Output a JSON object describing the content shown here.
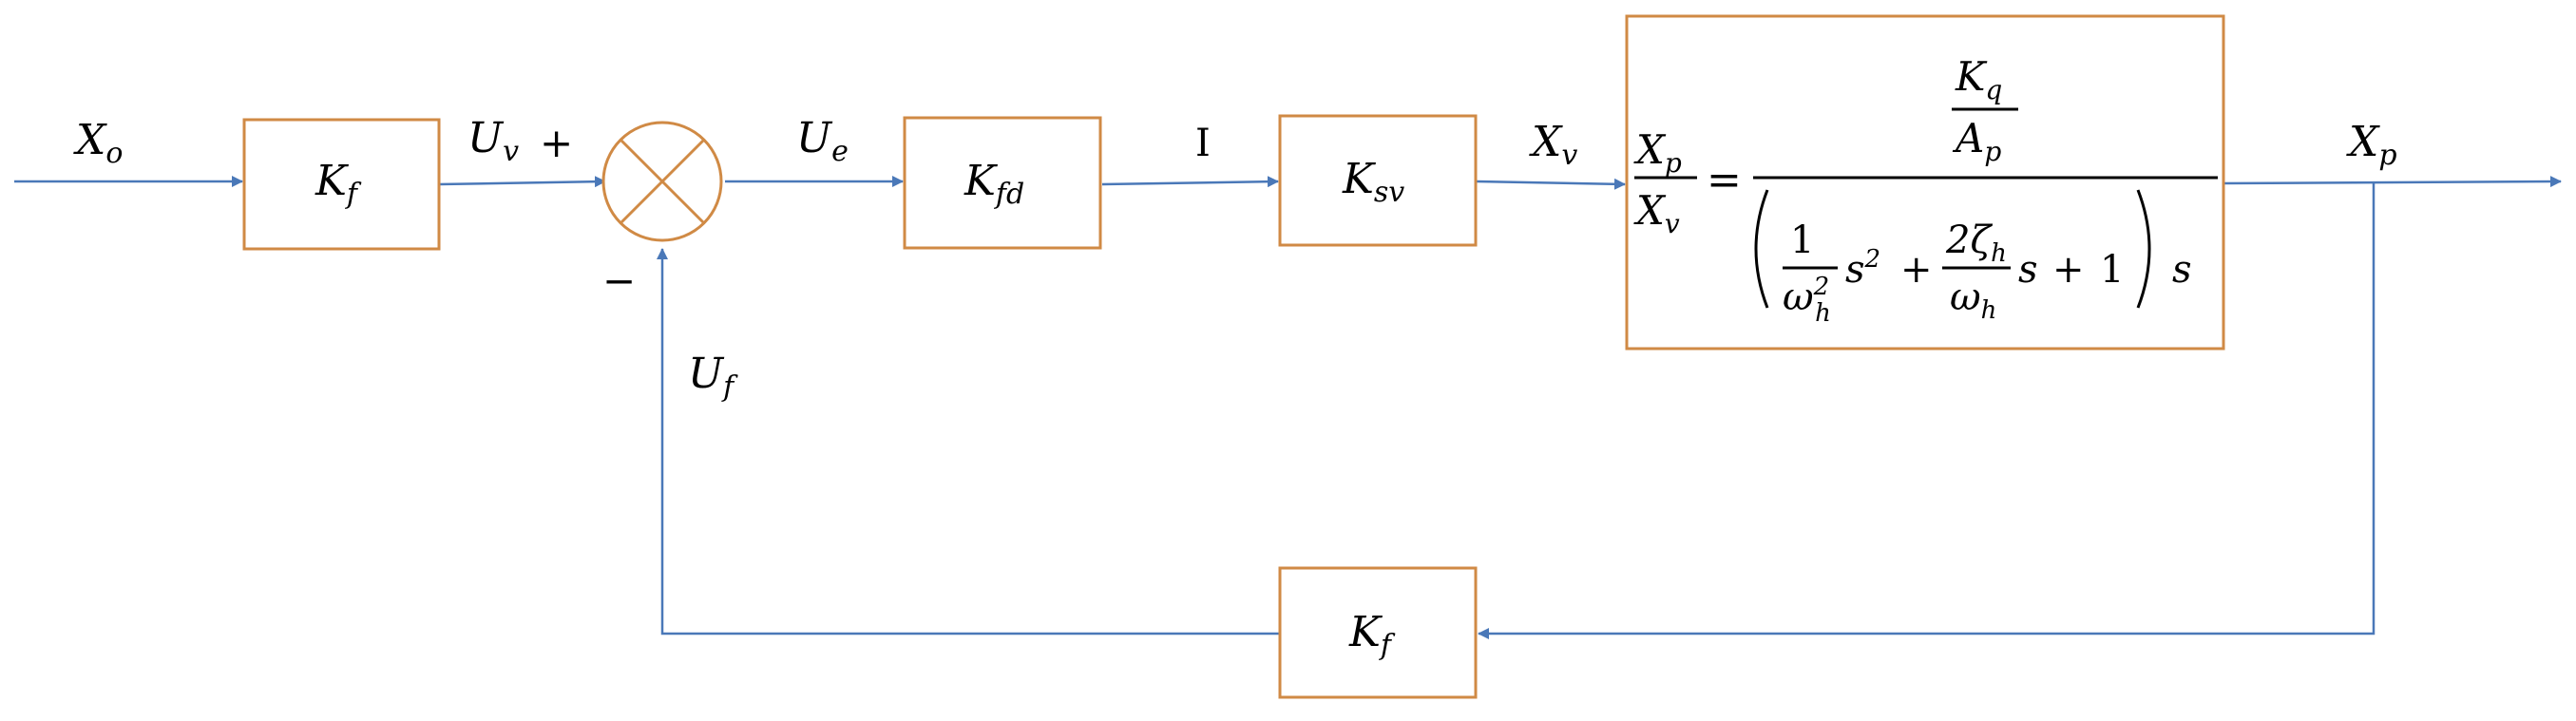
{
  "signals": {
    "x_o": {
      "base": "X",
      "sub": "o"
    },
    "u_v": {
      "base": "U",
      "sub": "v"
    },
    "u_e": {
      "base": "U",
      "sub": "e"
    },
    "i": "I",
    "x_v": {
      "base": "X",
      "sub": "v"
    },
    "x_p": {
      "base": "X",
      "sub": "p"
    },
    "u_f": {
      "base": "U",
      "sub": "f"
    }
  },
  "summing_junction": {
    "plus": "+",
    "minus": "−"
  },
  "blocks": {
    "k_f_forward": {
      "base": "K",
      "sub": "f"
    },
    "k_fd": {
      "base": "K",
      "sub": "fd"
    },
    "k_sv": {
      "base": "K",
      "sub": "sv"
    },
    "k_f_feedback": {
      "base": "K",
      "sub": "f"
    }
  },
  "plant": {
    "lhs_num": {
      "base": "X",
      "sub": "p"
    },
    "lhs_den": {
      "base": "X",
      "sub": "v"
    },
    "equals": "=",
    "gain_num": {
      "base": "K",
      "sub": "q"
    },
    "gain_den": {
      "base": "A",
      "sub": "p"
    },
    "one": "1",
    "omega_sq": {
      "base": "ω",
      "sub": "h",
      "sup": "2"
    },
    "s_sq": {
      "base": "s",
      "sup": "2"
    },
    "plus1": "+",
    "two_zeta": {
      "pre": "2",
      "base": "ζ",
      "sub": "h"
    },
    "omega": {
      "base": "ω",
      "sub": "h"
    },
    "s_mid": "s",
    "plus2": "+",
    "one_end": "1",
    "s_out": "s"
  },
  "colors": {
    "block_border": "#d08a45",
    "wire": "#4a78b8",
    "text": "#000000"
  }
}
